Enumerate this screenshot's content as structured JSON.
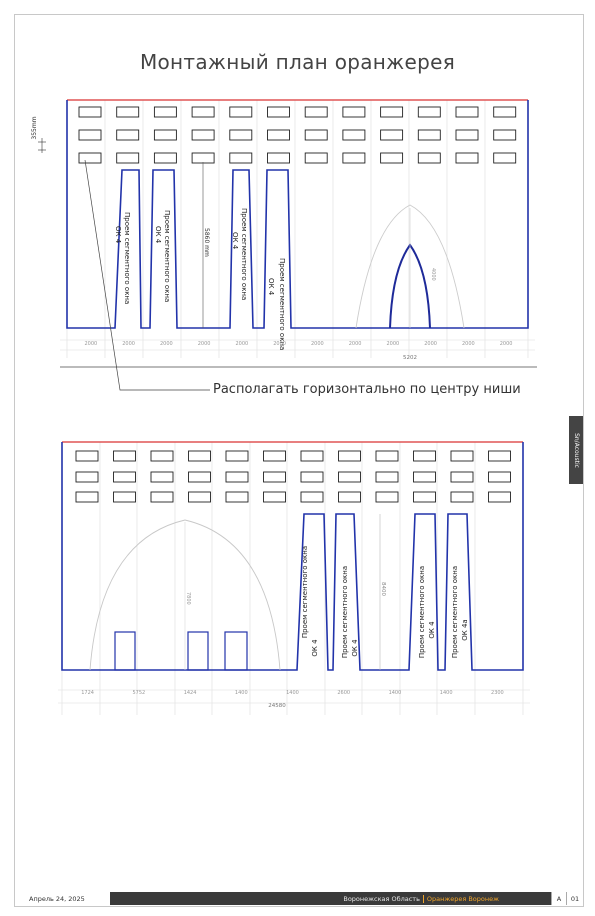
{
  "title": "Монтажный план оранжерея",
  "instruction": "Располагать горизонтально по центру ниши",
  "side_tab": "Sn/Acoustic",
  "top_elevation": {
    "height_dim": "355mm",
    "opening_label_1": "Проем сегментного окна",
    "opening_label_2": "ОК 4",
    "height_label": "5860 mm",
    "arch_label": "4000",
    "bottom_dims": [
      "2000",
      "2000",
      "2000",
      "2000",
      "2000",
      "2000",
      "2000",
      "2000",
      "2000",
      "2000",
      "2000",
      "2000"
    ],
    "total_dim": "5202"
  },
  "bottom_elevation": {
    "opening_label_1": "Проем сегментного окна",
    "opening_label_2a": "ОК 4",
    "opening_label_2b": "ОК 4а",
    "arch_label": "7800",
    "height_label": "8400",
    "bottom_dims": [
      "1724",
      "5752",
      "1424",
      "1400",
      "1400",
      "2600",
      "1400",
      "1400",
      "2300"
    ],
    "total_dim": "24580"
  },
  "footer": {
    "date": "Апрель 24, 2025",
    "region": "Воронежская Область",
    "project": "Оранжерея Воронеж",
    "size": "A",
    "sheet": "01"
  },
  "colors": {
    "wall_outline": "#2233aa",
    "roof_line": "#e05555",
    "accent": "#f0a42a"
  }
}
